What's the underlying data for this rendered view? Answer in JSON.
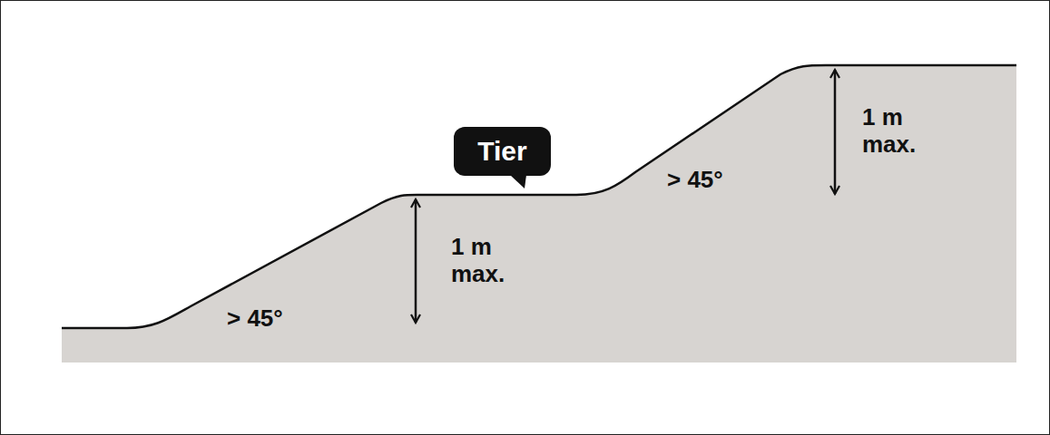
{
  "diagram": {
    "nodes": [
      {
        "text": [
          "Tier"
        ]
      }
    ],
    "labels": [
      "> 45°",
      "1 m max.",
      "> 45°",
      "1 m max."
    ]
  }
}
